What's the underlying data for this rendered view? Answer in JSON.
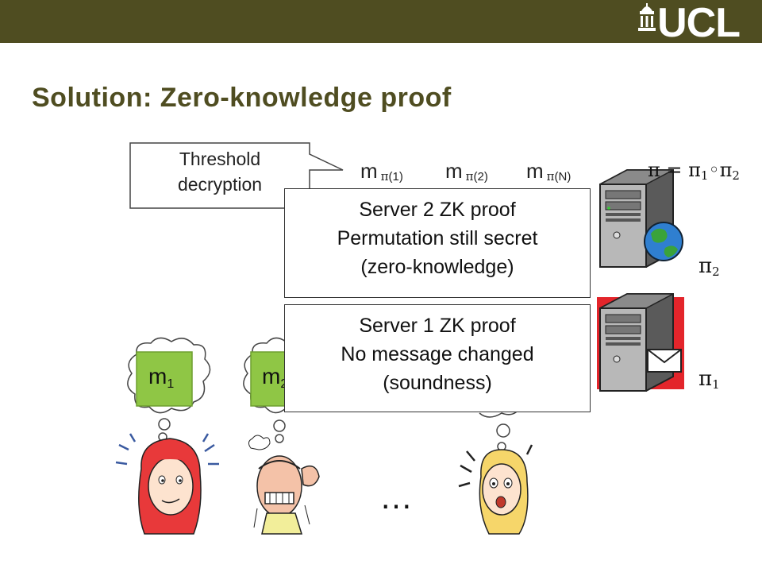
{
  "header": {
    "logo_text": "UCL",
    "bar_color": "#4f4d21"
  },
  "slide": {
    "title": "Solution: Zero-knowledge proof",
    "callout": {
      "line1": "Threshold",
      "line2": "decryption"
    },
    "permuted_messages": [
      {
        "base": "m",
        "sub_sym": "π",
        "sub_text": "(1)"
      },
      {
        "base": "m",
        "sub_sym": "π",
        "sub_text": "(2)"
      },
      {
        "base": "m",
        "sub_sym": "π",
        "sub_text": "(N)"
      }
    ],
    "composition": {
      "lhs": "π = π",
      "sub1": "1",
      "op": "◦π",
      "sub2": "2"
    },
    "server2": {
      "pi": "π",
      "sub": "2",
      "proof": {
        "line1": "Server 2 ZK proof",
        "line2": "Permutation still secret",
        "line3": "(zero-knowledge)"
      }
    },
    "server1": {
      "pi": "π",
      "sub": "1",
      "proof": {
        "line1": "Server 1 ZK proof",
        "line2": "No message changed",
        "line3": "(soundness)"
      }
    },
    "messages": [
      {
        "base": "m",
        "sub": "1"
      },
      {
        "base": "m",
        "sub": "2"
      }
    ],
    "ellipsis": "…",
    "colors": {
      "message_box": "#8fc645",
      "server1_bg": "#e3252b",
      "title": "#4f4d21"
    }
  }
}
